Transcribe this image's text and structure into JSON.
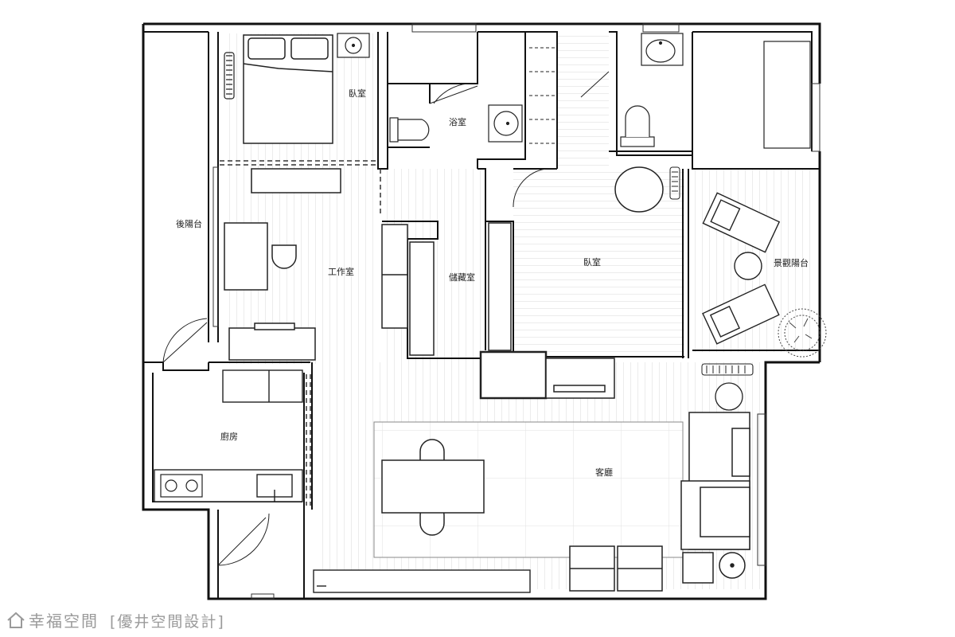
{
  "rooms": {
    "bedroom_1": "臥室",
    "bathroom": "浴室",
    "rear_balcony": "後陽台",
    "study": "工作室",
    "storage": "儲藏室",
    "bedroom_2": "臥室",
    "view_balcony": "景觀陽台",
    "kitchen": "廚房",
    "living_room": "客廳"
  },
  "watermark": {
    "brand": "幸福空間",
    "designer": "[優井空間設計]"
  },
  "colors": {
    "wall": "#111111",
    "line": "#222222",
    "hatch": "#d8d8d8",
    "watermark": "#9a9a9a"
  },
  "icons": [
    "house-logo-icon",
    "toilet-icon",
    "sink-icon",
    "bed-icon",
    "stove-icon",
    "lounge-chair-icon",
    "plant-icon"
  ]
}
